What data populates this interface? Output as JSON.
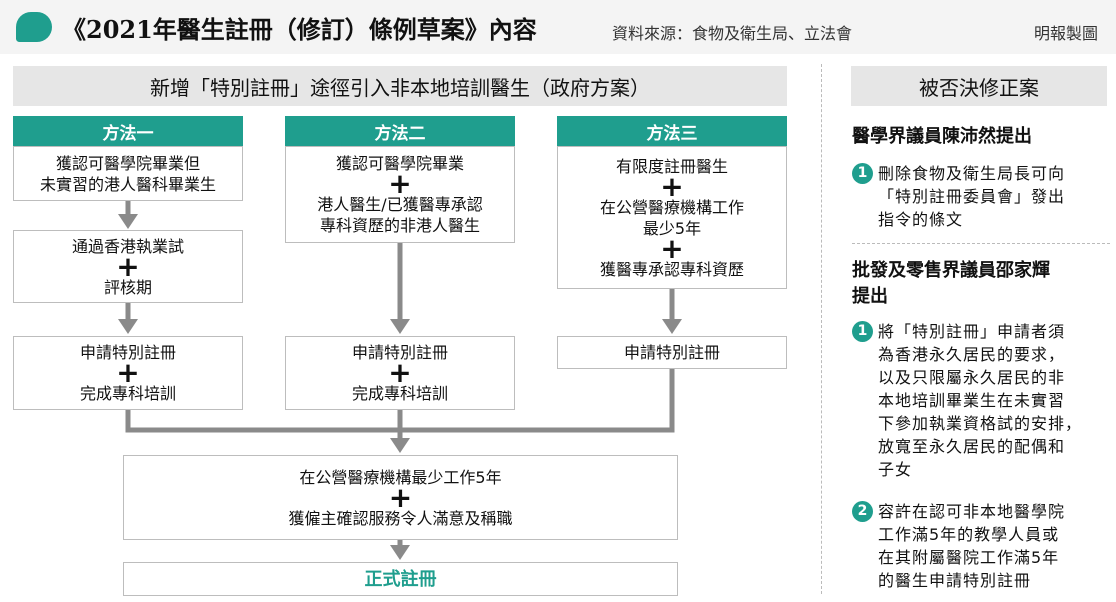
{
  "header": {
    "title": "《2021年醫生註冊（修訂）條例草案》內容",
    "source": "資料來源：食物及衛生局、立法會",
    "credit": "明報製圖"
  },
  "left": {
    "banner": "新增「特別註冊」途徑引入非本地培訓醫生（政府方案）",
    "methods": [
      {
        "label": "方法一",
        "step1": [
          "獲認可醫學院畢業但",
          "未實習的港人醫科畢業生"
        ],
        "step2": [
          "通過香港執業試",
          "評核期"
        ],
        "step3": [
          "申請特別註冊",
          "完成專科培訓"
        ]
      },
      {
        "label": "方法二",
        "step1": [
          "獲認可醫學院畢業",
          "港人醫生/已獲醫專承認",
          "專科資歷的非港人醫生"
        ],
        "step3": [
          "申請特別註冊",
          "完成專科培訓"
        ]
      },
      {
        "label": "方法三",
        "step1": [
          "有限度註冊醫生",
          "在公營醫療機構工作",
          "最少5年",
          "獲醫專承認專科資歷"
        ],
        "step3": [
          "申請特別註冊"
        ]
      }
    ],
    "common": [
      "在公營醫療機構最少工作5年",
      "獲僱主確認服務令人滿意及稱職"
    ],
    "final": "正式註冊"
  },
  "right": {
    "banner": "被否決修正案",
    "amendments": [
      {
        "heading_pre": "醫學界議員",
        "heading_name": "陳沛然",
        "heading_post": "提出",
        "items": [
          {
            "num": "1",
            "lines": [
              "刪除食物及衛生局長可向",
              "「特別註冊委員會」發出",
              "指令的條文"
            ]
          }
        ]
      },
      {
        "heading_pre": "批發及零售界議員",
        "heading_name": "邵家輝",
        "heading_post": "提出",
        "items": [
          {
            "num": "1",
            "lines": [
              "將「特別註冊」申請者須",
              "為香港永久居民的要求，",
              "以及只限屬永久居民的非",
              "本地培訓畢業生在未實習",
              "下參加執業資格試的安排，",
              "放寬至永久居民的配偶和",
              "子女"
            ]
          },
          {
            "num": "2",
            "lines": [
              "容許在認可非本地醫學院",
              "工作滿5年的教學人員或",
              "在其附屬醫院工作滿5年",
              "的醫生申請特別註冊"
            ]
          }
        ]
      }
    ]
  },
  "colors": {
    "accent": "#1f9e8e",
    "arrow": "#8a8a8a",
    "banner": "#e6e6e6"
  }
}
